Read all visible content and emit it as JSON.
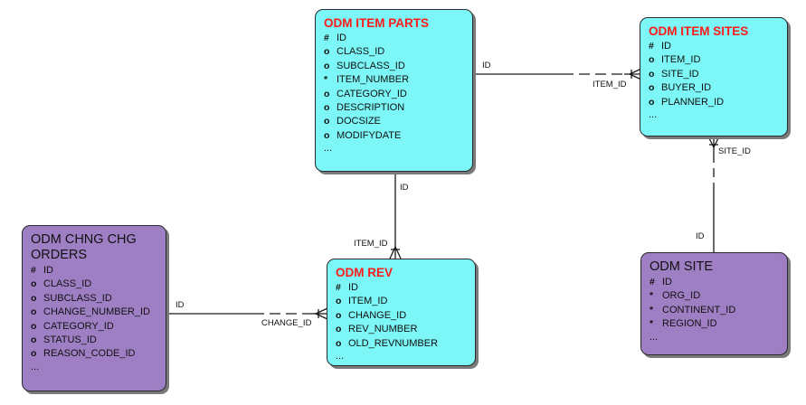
{
  "entities": [
    {
      "title": "ODM ITEM PARTS",
      "attributes": [
        {
          "mark": "#",
          "name": "ID"
        },
        {
          "mark": "o",
          "name": "CLASS_ID"
        },
        {
          "mark": "o",
          "name": "SUBCLASS_ID"
        },
        {
          "mark": "*",
          "name": "ITEM_NUMBER"
        },
        {
          "mark": "o",
          "name": "CATEGORY_ID"
        },
        {
          "mark": "o",
          "name": "DESCRIPTION"
        },
        {
          "mark": "o",
          "name": "DOCSIZE"
        },
        {
          "mark": "o",
          "name": "MODIFYDATE"
        }
      ],
      "more": "..."
    },
    {
      "title": "ODM ITEM SITES",
      "attributes": [
        {
          "mark": "#",
          "name": "ID"
        },
        {
          "mark": "o",
          "name": "ITEM_ID"
        },
        {
          "mark": "o",
          "name": "SITE_ID"
        },
        {
          "mark": "o",
          "name": "BUYER_ID"
        },
        {
          "mark": "o",
          "name": "PLANNER_ID"
        }
      ],
      "more": "..."
    },
    {
      "title": "ODM CHNG CHG ORDERS",
      "attributes": [
        {
          "mark": "#",
          "name": "ID"
        },
        {
          "mark": "o",
          "name": "CLASS_ID"
        },
        {
          "mark": "o",
          "name": "SUBCLASS_ID"
        },
        {
          "mark": "o",
          "name": "CHANGE_NUMBER_ID"
        },
        {
          "mark": "o",
          "name": "CATEGORY_ID"
        },
        {
          "mark": "o",
          "name": "STATUS_ID"
        },
        {
          "mark": "o",
          "name": "REASON_CODE_ID"
        }
      ],
      "more": "..."
    },
    {
      "title": "ODM REV",
      "attributes": [
        {
          "mark": "#",
          "name": "ID"
        },
        {
          "mark": "o",
          "name": "ITEM_ID"
        },
        {
          "mark": "o",
          "name": "CHANGE_ID"
        },
        {
          "mark": "o",
          "name": "REV_NUMBER"
        },
        {
          "mark": "o",
          "name": "OLD_REVNUMBER"
        }
      ],
      "more": "..."
    },
    {
      "title": "ODM SITE",
      "attributes": [
        {
          "mark": "#",
          "name": "ID"
        },
        {
          "mark": "*",
          "name": "ORG_ID"
        },
        {
          "mark": "*",
          "name": "CONTINENT_ID"
        },
        {
          "mark": "*",
          "name": "REGION_ID"
        }
      ],
      "more": "..."
    }
  ],
  "relationships": [
    {
      "from_label": "ID",
      "to_label": "ITEM_ID"
    },
    {
      "from_label": "ID",
      "to_label": "ITEM_ID"
    },
    {
      "from_label": "ID",
      "to_label": "CHANGE_ID"
    },
    {
      "from_label": "ID",
      "to_label": "SITE_ID"
    }
  ],
  "colors": {
    "entity_cyan": "#7cf6f6",
    "entity_purple": "#9f7fc4",
    "title_red": "#ff1a1a",
    "line": "#1a1a1a"
  }
}
